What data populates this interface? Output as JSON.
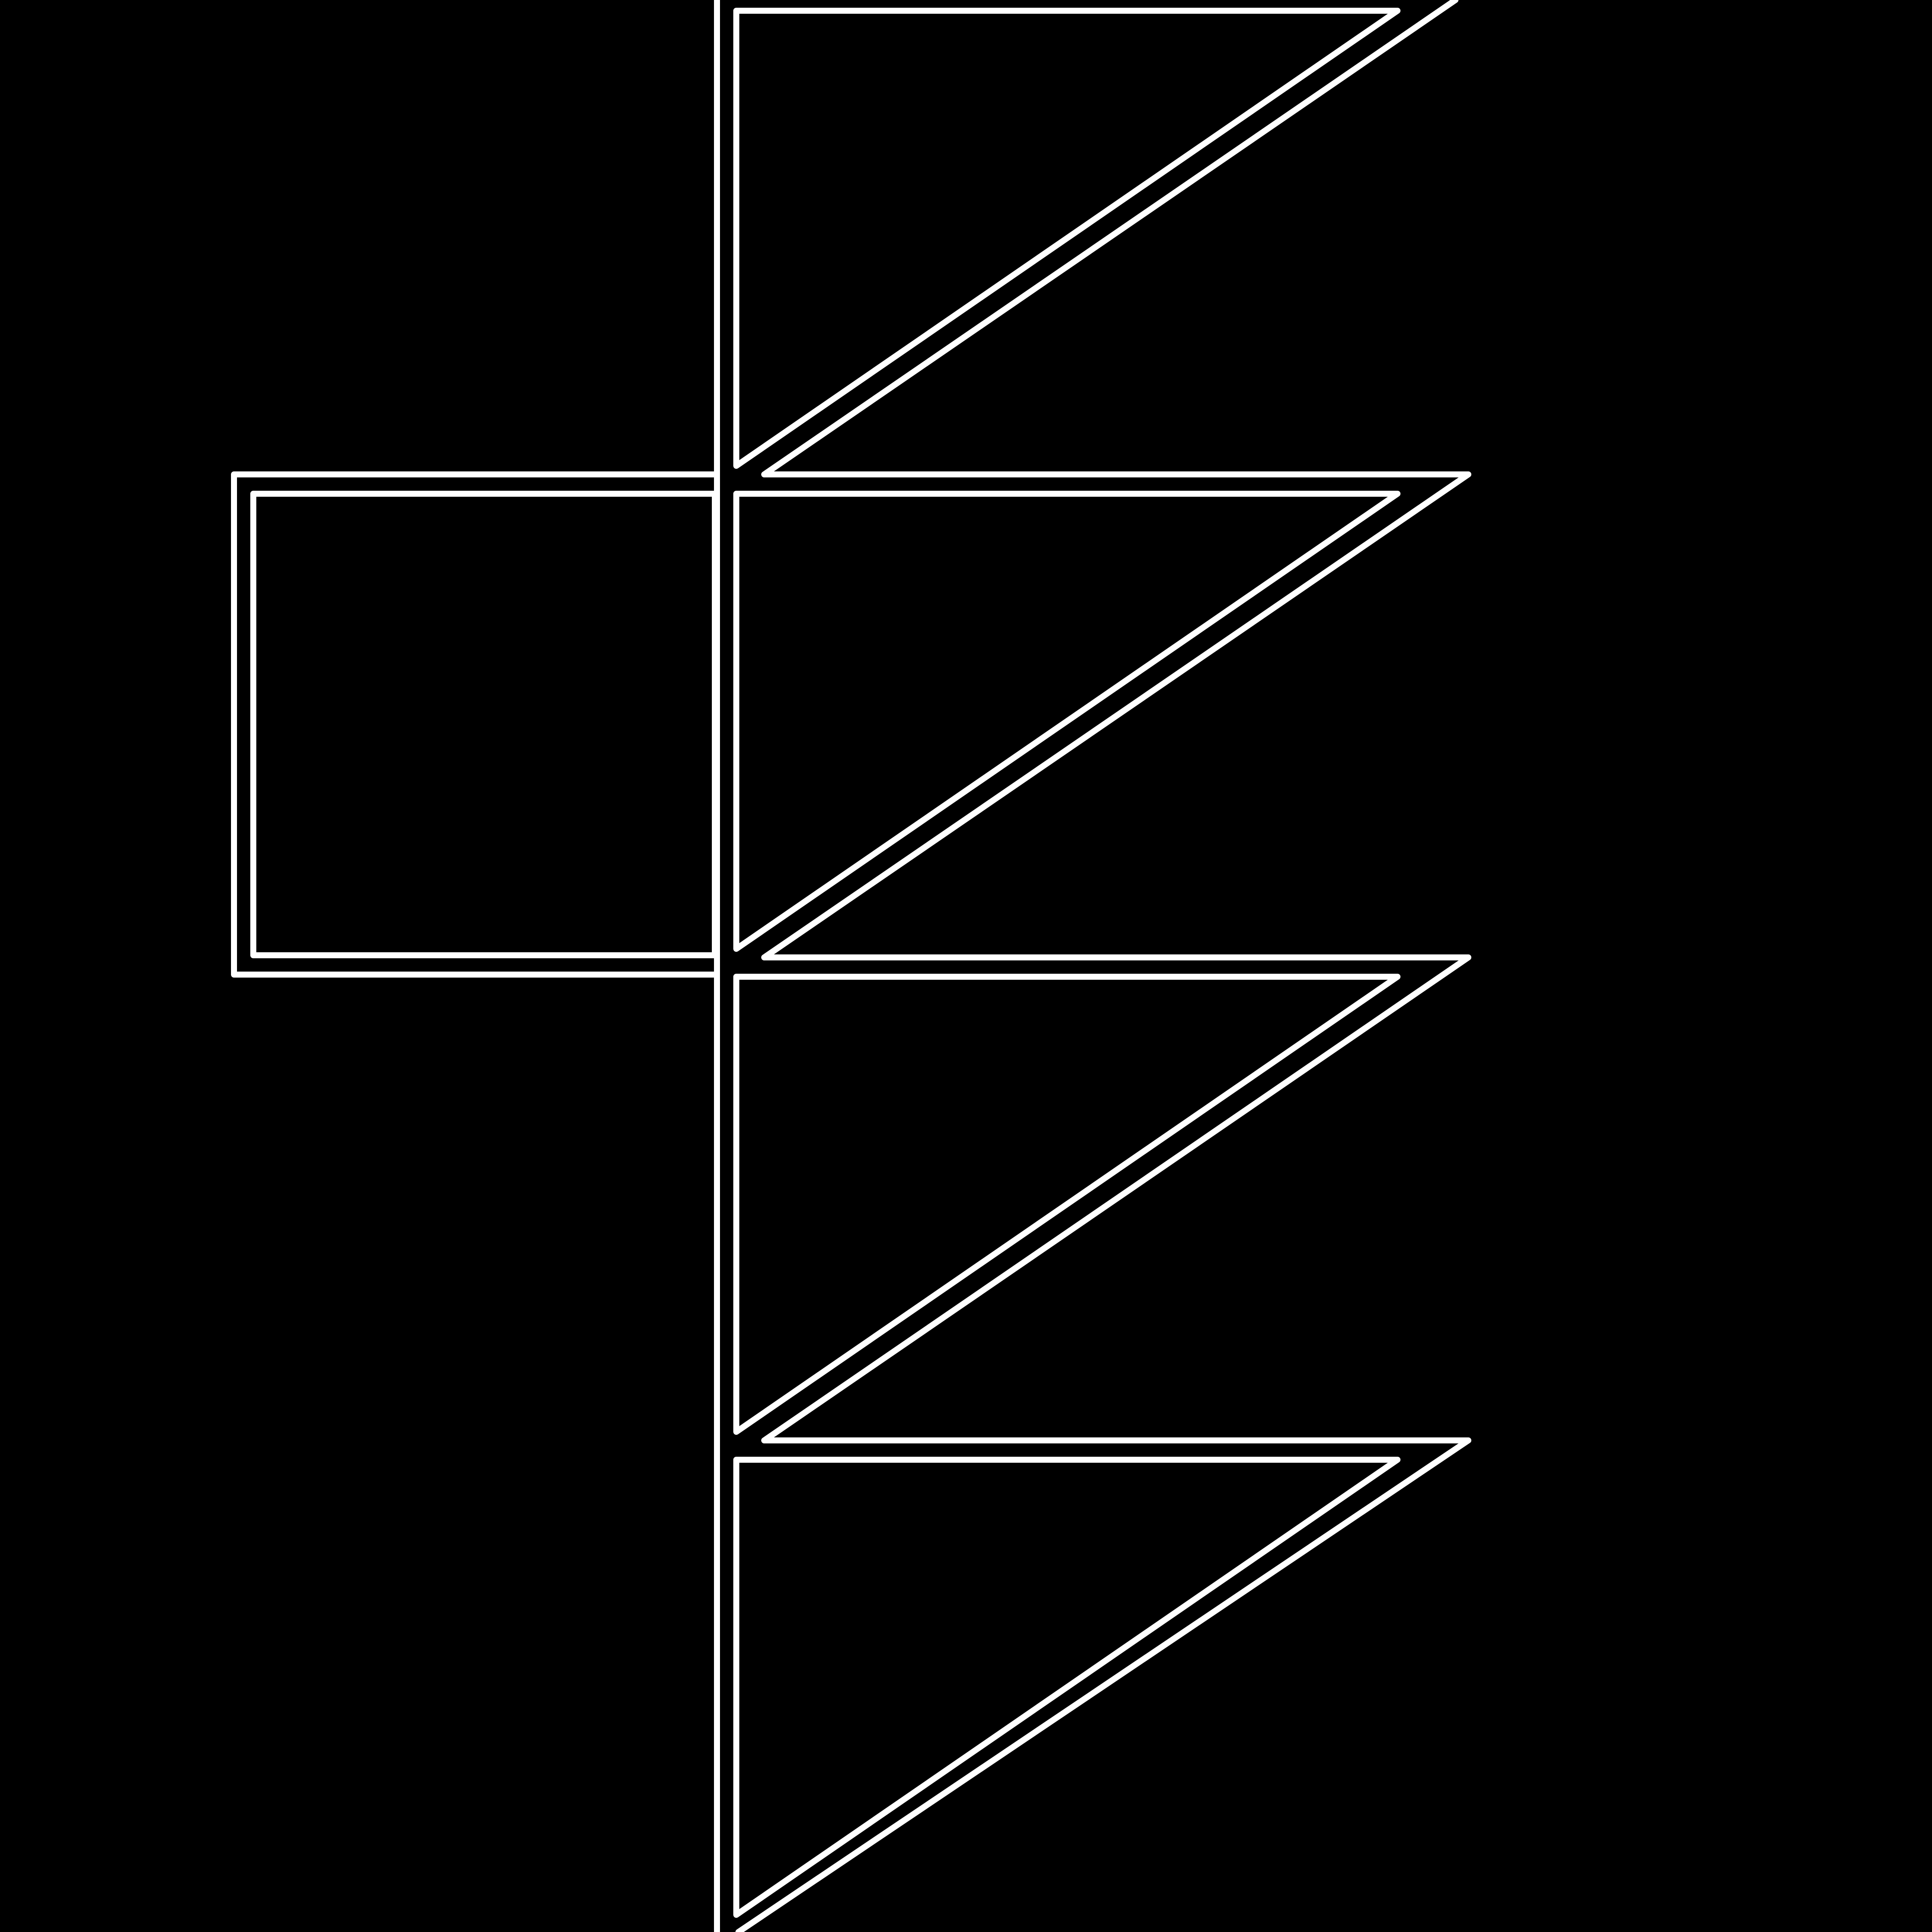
{
  "canvas": {
    "background": "#000000",
    "stroke_color": "#ffffff"
  },
  "figure": {
    "kind": "line-art-geometric",
    "shapes": [
      {
        "name": "rectangle-left",
        "type": "rectangle",
        "fill": "none"
      },
      {
        "name": "triangle-1",
        "type": "right-triangle",
        "fill": "none"
      },
      {
        "name": "triangle-2",
        "type": "right-triangle",
        "fill": "none"
      },
      {
        "name": "triangle-3",
        "type": "right-triangle",
        "fill": "none"
      },
      {
        "name": "triangle-4",
        "type": "right-triangle",
        "fill": "none"
      }
    ],
    "style": "double-stroke white outlines on black"
  }
}
